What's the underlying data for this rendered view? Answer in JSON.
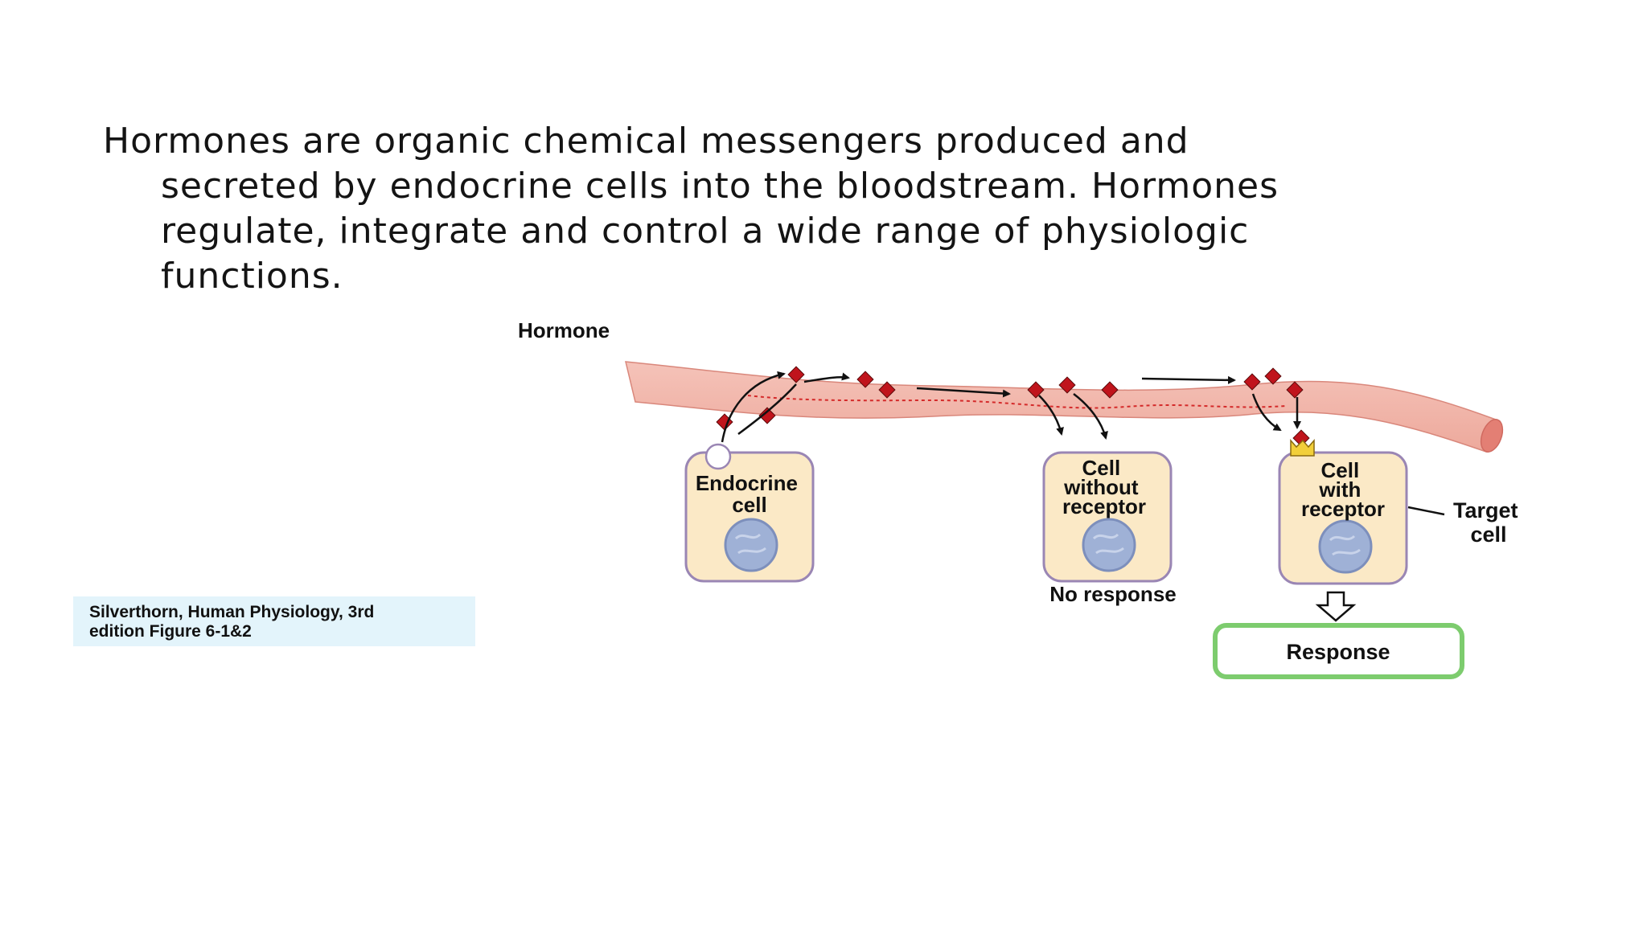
{
  "slide": {
    "paragraph_lines": [
      "Hormones are organic chemical messengers produced and",
      "secreted by endocrine cells into the bloodstream. Hormones",
      "regulate, integrate and control a wide range of physiologic",
      "functions."
    ]
  },
  "figure": {
    "hormone_label": "Hormone",
    "endocrine_cell_label": [
      "Endocrine",
      "cell"
    ],
    "cell_without_receptor_label": [
      "Cell",
      "without",
      "receptor"
    ],
    "cell_with_receptor_label": [
      "Cell",
      "with",
      "receptor"
    ],
    "no_response_label": "No response",
    "target_cell_label": [
      "Target",
      "cell"
    ],
    "response_label": "Response",
    "colors": {
      "vessel": "#f2b8ad",
      "hormone": "#c0141c",
      "cell_fill": "#fbe9c6",
      "cell_border": "#9a86b4",
      "nucleus": "#9fb1d6",
      "receptor": "#f2cf3a",
      "response_border": "#7dcc6e"
    }
  },
  "citation": {
    "line1": "Silverthorn, Human Physiology, 3rd",
    "line2": "edition Figure 6-1&2"
  }
}
